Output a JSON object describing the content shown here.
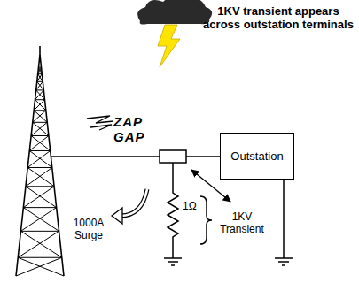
{
  "diagram": {
    "nodes": [
      {
        "text": [
          "Outstation"
        ]
      }
    ],
    "labels": [
      "1KV transient appears across outstation terminals",
      "ZAP GAP",
      "1000A Surge",
      "1Ω",
      "1KV Transient"
    ]
  }
}
